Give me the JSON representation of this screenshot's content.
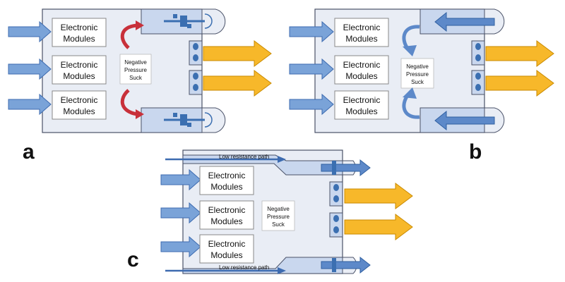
{
  "panels": [
    {
      "letter": "a",
      "modules": [
        "Electronic Modules",
        "Electronic Modules",
        "Electronic Modules"
      ],
      "center_note": "Negative Pressure Suck",
      "variant": "curl-out",
      "low_path": ""
    },
    {
      "letter": "b",
      "modules": [
        "Electronic Modules",
        "Electronic Modules",
        "Electronic Modules"
      ],
      "center_note": "Negative Pressure Suck",
      "variant": "intake",
      "low_path": ""
    },
    {
      "letter": "c",
      "modules": [
        "Electronic Modules",
        "Electronic Modules",
        "Electronic Modules"
      ],
      "center_note": "Negative Pressure Suck",
      "variant": "bypass",
      "low_path": "Low resistance path"
    }
  ],
  "colors": {
    "box_fill": "#e9edf5",
    "box_stroke": "#4a5268",
    "plenum_fill": "#c9d7ee",
    "fan_fill": "#3b6fb1",
    "inlet_arrow": "#7aa3d8",
    "inlet_stroke": "#3d6bb0",
    "exhaust_fill": "#f7b82a",
    "exhaust_stroke": "#c98a00",
    "curl_red": "#c8303a",
    "curl_blue": "#5d89c9"
  }
}
